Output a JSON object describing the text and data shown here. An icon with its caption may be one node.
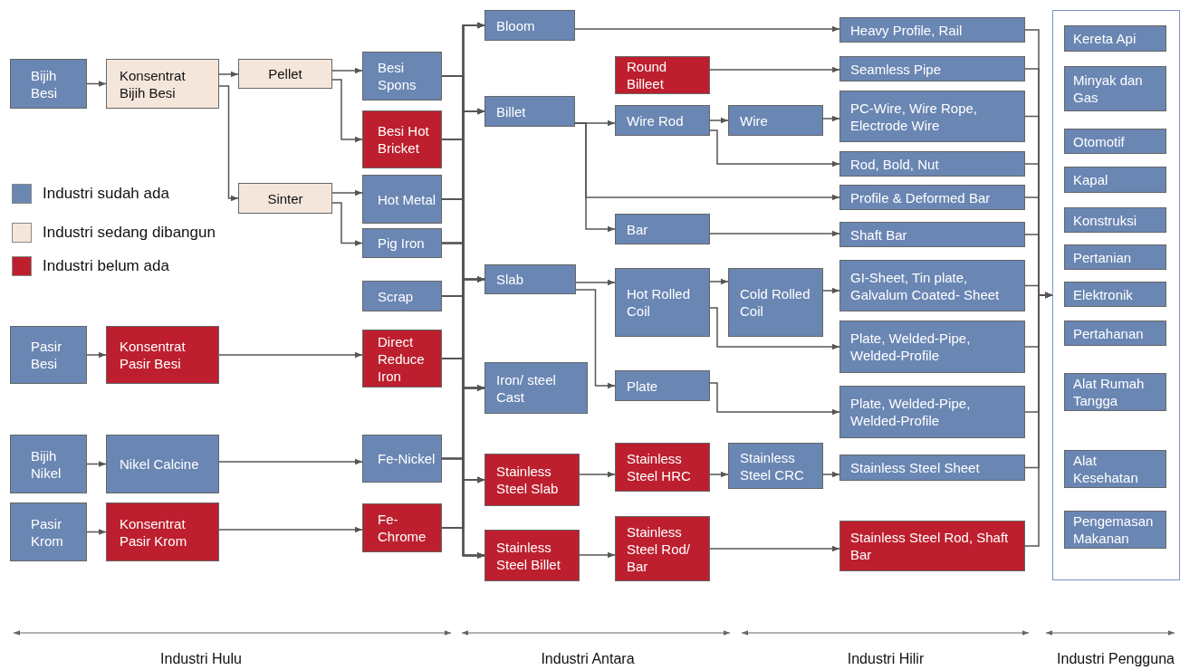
{
  "diagram": {
    "nodes": [
      {
        "text": [
          "Bijih Besi"
        ]
      },
      {
        "text": [
          "Konsentrat Bijih Besi"
        ]
      },
      {
        "text": [
          "Pellet"
        ]
      },
      {
        "text": [
          "Sinter"
        ]
      },
      {
        "text": [
          "Besi Spons"
        ]
      },
      {
        "text": [
          "Besi Hot Bricket"
        ]
      },
      {
        "text": [
          "Hot Metal"
        ]
      },
      {
        "text": [
          "Pig Iron"
        ]
      },
      {
        "text": [
          "Scrap"
        ]
      },
      {
        "text": [
          "Pasir Besi"
        ]
      },
      {
        "text": [
          "Konsentrat Pasir Besi"
        ]
      },
      {
        "text": [
          "Direct Reduce Iron"
        ]
      },
      {
        "text": [
          "Bijih Nikel"
        ]
      },
      {
        "text": [
          "Nikel Calcine"
        ]
      },
      {
        "text": [
          "Fe-Nickel"
        ]
      },
      {
        "text": [
          "Pasir Krom"
        ]
      },
      {
        "text": [
          "Konsentrat Pasir Krom"
        ]
      },
      {
        "text": [
          "Fe-Chrome"
        ]
      },
      {
        "text": [
          "Bloom"
        ]
      },
      {
        "text": [
          "Billet"
        ]
      },
      {
        "text": [
          "Slab"
        ]
      },
      {
        "text": [
          "Iron/ steel Cast"
        ]
      },
      {
        "text": [
          "Stainless Steel Slab"
        ]
      },
      {
        "text": [
          "Stainless Steel Billet"
        ]
      },
      {
        "text": [
          "Round Billeet"
        ]
      },
      {
        "text": [
          "Wire Rod"
        ]
      },
      {
        "text": [
          "Bar"
        ]
      },
      {
        "text": [
          "Hot Rolled Coil"
        ]
      },
      {
        "text": [
          "Plate"
        ]
      },
      {
        "text": [
          "Stainless Steel HRC"
        ]
      },
      {
        "text": [
          "Stainless Steel Rod/ Bar"
        ]
      },
      {
        "text": [
          "Wire"
        ]
      },
      {
        "text": [
          "Cold Rolled Coil"
        ]
      },
      {
        "text": [
          "Stainless Steel CRC"
        ]
      },
      {
        "text": [
          "Heavy Profile, Rail"
        ]
      },
      {
        "text": [
          "Seamless Pipe"
        ]
      },
      {
        "text": [
          "PC-Wire, Wire Rope, Electrode Wire"
        ]
      },
      {
        "text": [
          "Rod, Bold, Nut"
        ]
      },
      {
        "text": [
          "Profile & Deformed Bar"
        ]
      },
      {
        "text": [
          "Shaft Bar"
        ]
      },
      {
        "text": [
          "GI-Sheet, Tin plate, Galvalum Coated- Sheet"
        ]
      },
      {
        "text": [
          "Plate, Welded-Pipe, Welded-Profile"
        ]
      },
      {
        "text": [
          "Plate, Welded-Pipe, Welded-Profile"
        ]
      },
      {
        "text": [
          "Stainless Steel Sheet"
        ]
      },
      {
        "text": [
          "Stainless Steel Rod, Shaft Bar"
        ]
      },
      {
        "text": [],
        "shape": "box"
      },
      {
        "text": [
          "Kereta Api"
        ],
        "in": 45
      },
      {
        "text": [
          "Minyak dan Gas"
        ],
        "in": 45
      },
      {
        "text": [
          "Otomotif"
        ],
        "in": 45
      },
      {
        "text": [
          "Kapal"
        ],
        "in": 45
      },
      {
        "text": [
          "Konstruksi"
        ],
        "in": 45
      },
      {
        "text": [
          "Pertanian"
        ],
        "in": 45
      },
      {
        "text": [
          "Elektronik"
        ],
        "in": 45
      },
      {
        "text": [
          "Pertahanan"
        ],
        "in": 45
      },
      {
        "text": [
          "Alat Rumah Tangga"
        ],
        "in": 45
      },
      {
        "text": [
          "Alat Kesehatan"
        ],
        "in": 45
      },
      {
        "text": [
          "Pengemasan Makanan"
        ],
        "in": 45
      }
    ],
    "edges": [
      {
        "from": 0,
        "to": 1,
        "arrow": "to"
      },
      {
        "from": 1,
        "to": 2,
        "arrow": "to"
      },
      {
        "from": 1,
        "to": 3,
        "arrow": "to"
      },
      {
        "from": 2,
        "to": 4,
        "arrow": "to"
      },
      {
        "from": 2,
        "to": 5,
        "arrow": "to"
      },
      {
        "from": 3,
        "to": 6,
        "arrow": "to"
      },
      {
        "from": 3,
        "to": 7,
        "arrow": "to"
      },
      {
        "from": 9,
        "to": 10,
        "arrow": "to"
      },
      {
        "from": 10,
        "to": 11,
        "arrow": "to"
      },
      {
        "from": 12,
        "to": 13,
        "arrow": "to"
      },
      {
        "from": 13,
        "to": 14,
        "arrow": "to"
      },
      {
        "from": 15,
        "to": 16,
        "arrow": "to"
      },
      {
        "from": 16,
        "to": 17,
        "arrow": "to"
      },
      {
        "from": 4,
        "to": 18,
        "arrow": "to"
      },
      {
        "from": 4,
        "to": 19,
        "arrow": "to"
      },
      {
        "from": 4,
        "to": 20,
        "arrow": "to"
      },
      {
        "from": 4,
        "to": 21,
        "arrow": "to"
      },
      {
        "from": 4,
        "to": 22,
        "arrow": "to"
      },
      {
        "from": 4,
        "to": 23,
        "arrow": "to"
      },
      {
        "from": 5,
        "to": 18,
        "arrow": "to"
      },
      {
        "from": 5,
        "to": 19,
        "arrow": "to"
      },
      {
        "from": 5,
        "to": 20,
        "arrow": "to"
      },
      {
        "from": 5,
        "to": 21,
        "arrow": "to"
      },
      {
        "from": 5,
        "to": 22,
        "arrow": "to"
      },
      {
        "from": 5,
        "to": 23,
        "arrow": "to"
      },
      {
        "from": 6,
        "to": 18,
        "arrow": "to"
      },
      {
        "from": 6,
        "to": 19,
        "arrow": "to"
      },
      {
        "from": 6,
        "to": 20,
        "arrow": "to"
      },
      {
        "from": 6,
        "to": 21,
        "arrow": "to"
      },
      {
        "from": 6,
        "to": 22,
        "arrow": "to"
      },
      {
        "from": 6,
        "to": 23,
        "arrow": "to"
      },
      {
        "from": 7,
        "to": 18,
        "arrow": "to"
      },
      {
        "from": 7,
        "to": 19,
        "arrow": "to"
      },
      {
        "from": 7,
        "to": 20,
        "arrow": "to"
      },
      {
        "from": 7,
        "to": 21,
        "arrow": "to"
      },
      {
        "from": 7,
        "to": 22,
        "arrow": "to"
      },
      {
        "from": 7,
        "to": 23,
        "arrow": "to"
      },
      {
        "from": 8,
        "to": 18,
        "arrow": "to"
      },
      {
        "from": 8,
        "to": 19,
        "arrow": "to"
      },
      {
        "from": 8,
        "to": 20,
        "arrow": "to"
      },
      {
        "from": 8,
        "to": 21,
        "arrow": "to"
      },
      {
        "from": 8,
        "to": 22,
        "arrow": "to"
      },
      {
        "from": 8,
        "to": 23,
        "arrow": "to"
      },
      {
        "from": 11,
        "to": 18,
        "arrow": "to"
      },
      {
        "from": 11,
        "to": 19,
        "arrow": "to"
      },
      {
        "from": 11,
        "to": 20,
        "arrow": "to"
      },
      {
        "from": 11,
        "to": 21,
        "arrow": "to"
      },
      {
        "from": 11,
        "to": 22,
        "arrow": "to"
      },
      {
        "from": 11,
        "to": 23,
        "arrow": "to"
      },
      {
        "from": 14,
        "to": 18,
        "arrow": "to"
      },
      {
        "from": 14,
        "to": 19,
        "arrow": "to"
      },
      {
        "from": 14,
        "to": 20,
        "arrow": "to"
      },
      {
        "from": 14,
        "to": 21,
        "arrow": "to"
      },
      {
        "from": 14,
        "to": 22,
        "arrow": "to"
      },
      {
        "from": 14,
        "to": 23,
        "arrow": "to"
      },
      {
        "from": 17,
        "to": 18,
        "arrow": "to"
      },
      {
        "from": 17,
        "to": 19,
        "arrow": "to"
      },
      {
        "from": 17,
        "to": 20,
        "arrow": "to"
      },
      {
        "from": 17,
        "to": 21,
        "arrow": "to"
      },
      {
        "from": 17,
        "to": 22,
        "arrow": "to"
      },
      {
        "from": 17,
        "to": 23,
        "arrow": "to"
      },
      {
        "from": 18,
        "to": 34,
        "arrow": "to"
      },
      {
        "from": 19,
        "to": 25,
        "arrow": "to"
      },
      {
        "from": 19,
        "to": 38,
        "arrow": "to"
      },
      {
        "from": 19,
        "to": 26,
        "arrow": "to"
      },
      {
        "from": 24,
        "to": 35,
        "arrow": "to"
      },
      {
        "from": 25,
        "to": 31,
        "arrow": "to"
      },
      {
        "from": 25,
        "to": 37,
        "arrow": "to"
      },
      {
        "from": 31,
        "to": 36,
        "arrow": "to"
      },
      {
        "from": 26,
        "to": 39,
        "arrow": "to"
      },
      {
        "from": 20,
        "to": 27,
        "arrow": "to"
      },
      {
        "from": 20,
        "to": 28,
        "arrow": "to"
      },
      {
        "from": 27,
        "to": 32,
        "arrow": "to"
      },
      {
        "from": 27,
        "to": 41,
        "arrow": "to"
      },
      {
        "from": 28,
        "to": 42,
        "arrow": "to"
      },
      {
        "from": 32,
        "to": 40,
        "arrow": "to"
      },
      {
        "from": 22,
        "to": 29,
        "arrow": "to"
      },
      {
        "from": 29,
        "to": 33,
        "arrow": "to"
      },
      {
        "from": 33,
        "to": 43,
        "arrow": "to"
      },
      {
        "from": 23,
        "to": 30,
        "arrow": "to"
      },
      {
        "from": 30,
        "to": 44,
        "arrow": "to"
      },
      {
        "from": 34,
        "to": 45,
        "arrow": "to"
      },
      {
        "from": 35,
        "to": 45,
        "arrow": "to"
      },
      {
        "from": 36,
        "to": 45,
        "arrow": "to"
      },
      {
        "from": 37,
        "to": 45,
        "arrow": "to"
      },
      {
        "from": 38,
        "to": 45,
        "arrow": "to"
      },
      {
        "from": 39,
        "to": 45,
        "arrow": "to"
      },
      {
        "from": 40,
        "to": 45,
        "arrow": "to"
      },
      {
        "from": 41,
        "to": 45,
        "arrow": "to"
      },
      {
        "from": 42,
        "to": 45,
        "arrow": "to"
      },
      {
        "from": 43,
        "to": 45,
        "arrow": "to"
      },
      {
        "from": 44,
        "to": 45,
        "arrow": "to"
      }
    ],
    "labels": [
      "Industri Hulu",
      "Industri Antara",
      "Industri Hilir",
      "Industri Pengguna"
    ],
    "legend": [
      {
        "text": "Industri sudah ada",
        "color": "#6a86b3"
      },
      {
        "text": "Industri sedang dibangun",
        "color": "#f5e6dc"
      },
      {
        "text": "Industri belum ada",
        "color": "#bd1f2e"
      }
    ]
  }
}
